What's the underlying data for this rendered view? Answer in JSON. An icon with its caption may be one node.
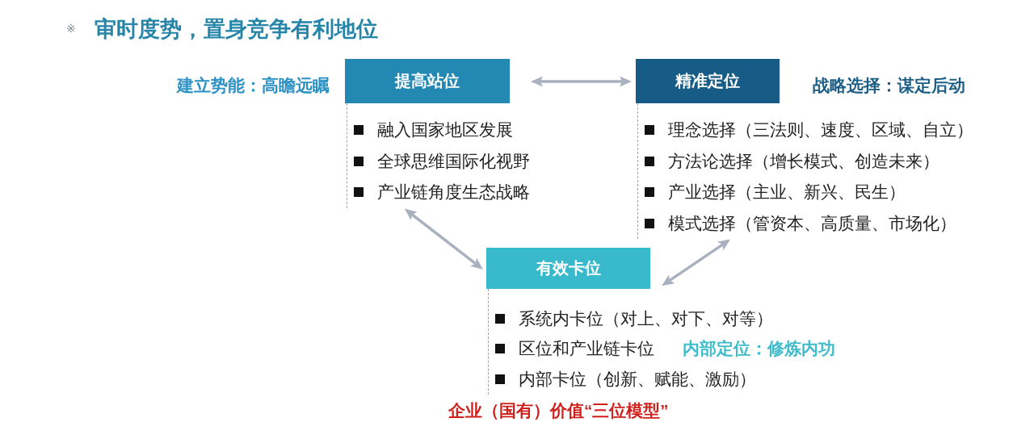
{
  "diagram": {
    "title": "审时度势，置身竞争有利地位",
    "caption": "企业（国有）价值“三位模型”",
    "nodes": [
      {
        "text": [
          "提高站位",
          "建立势能：高瞻远瞩",
          "融入国家地区发展",
          "全球思维国际化视野",
          "产业链角度生态战略"
        ]
      },
      {
        "text": [
          "精准定位",
          "战略选择：谋定后动",
          "理念选择（三法则、速度、区域、自立）",
          "方法论选择（增长模式、创造未来）",
          "产业选择（主业、新兴、民生）",
          "模式选择（管资本、高质量、市场化）"
        ]
      },
      {
        "text": [
          "有效卡位",
          "内部定位：修炼内功",
          "系统内卡位（对上、对下、对等）",
          "区位和产业链卡位",
          "内部卡位（创新、赋能、激励）"
        ]
      }
    ],
    "edges": [
      {
        "from": 0,
        "to": 1,
        "arrow": "both"
      },
      {
        "from": 0,
        "to": 2,
        "arrow": "both"
      },
      {
        "from": 1,
        "to": 2,
        "arrow": "both"
      }
    ],
    "labels": [
      "※"
    ]
  }
}
